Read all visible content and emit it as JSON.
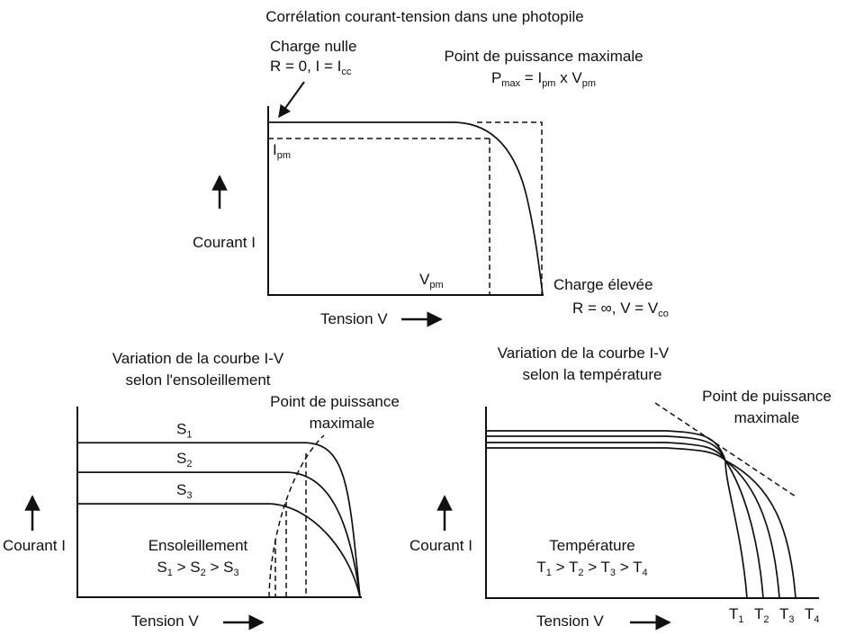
{
  "top": {
    "title": "Corrélation courant-tension dans une photopile",
    "no_load": {
      "line1": "Charge nulle",
      "r": "R = 0, I = I",
      "r_sub": "cc"
    },
    "max_point": {
      "line1": "Point de puissance maximale",
      "p": "P",
      "p_sub": "max",
      "eq": " = I",
      "i_sub": "pm",
      "x": " x V",
      "v_sub": "pm"
    },
    "ipm": {
      "main": "I",
      "sub": "pm"
    },
    "vpm": {
      "main": "V",
      "sub": "pm"
    },
    "high_load": {
      "line1": "Charge élevée",
      "r": "R = ∞, V = V",
      "r_sub": "co"
    },
    "ylabel": "Courant I",
    "xlabel": "Tension V"
  },
  "left": {
    "title1": "Variation de la courbe I-V",
    "title2": "selon l'ensoleillement",
    "max1": "Point de puissance",
    "max2": "maximale",
    "curves": [
      {
        "main": "S",
        "sub": "1",
        "level": 0.81
      },
      {
        "main": "S",
        "sub": "2",
        "level": 0.655
      },
      {
        "main": "S",
        "sub": "3",
        "level": 0.49
      }
    ],
    "legend_title": "Ensoleillement",
    "legend": {
      "a": "S",
      "a_sub": "1",
      "g1": " > S",
      "b_sub": "2",
      "g2": " > S",
      "c_sub": "3"
    },
    "ylabel": "Courant I",
    "xlabel": "Tension V"
  },
  "right": {
    "title1": "Variation de la courbe I-V",
    "title2": "selon la température",
    "max1": "Point de puissance",
    "max2": "maximale",
    "legend_title": "Température",
    "legend": {
      "a": "T",
      "a_sub": "1",
      "g1": " > T",
      "b_sub": "2",
      "g2": " > T",
      "c_sub": "3",
      "g3": " > T",
      "d_sub": "4"
    },
    "t_labels": [
      {
        "main": "T",
        "sub": "1"
      },
      {
        "main": "T",
        "sub": "2"
      },
      {
        "main": "T",
        "sub": "3"
      },
      {
        "main": "T",
        "sub": "4"
      }
    ],
    "ylabel": "Courant I",
    "xlabel": "Tension V"
  }
}
